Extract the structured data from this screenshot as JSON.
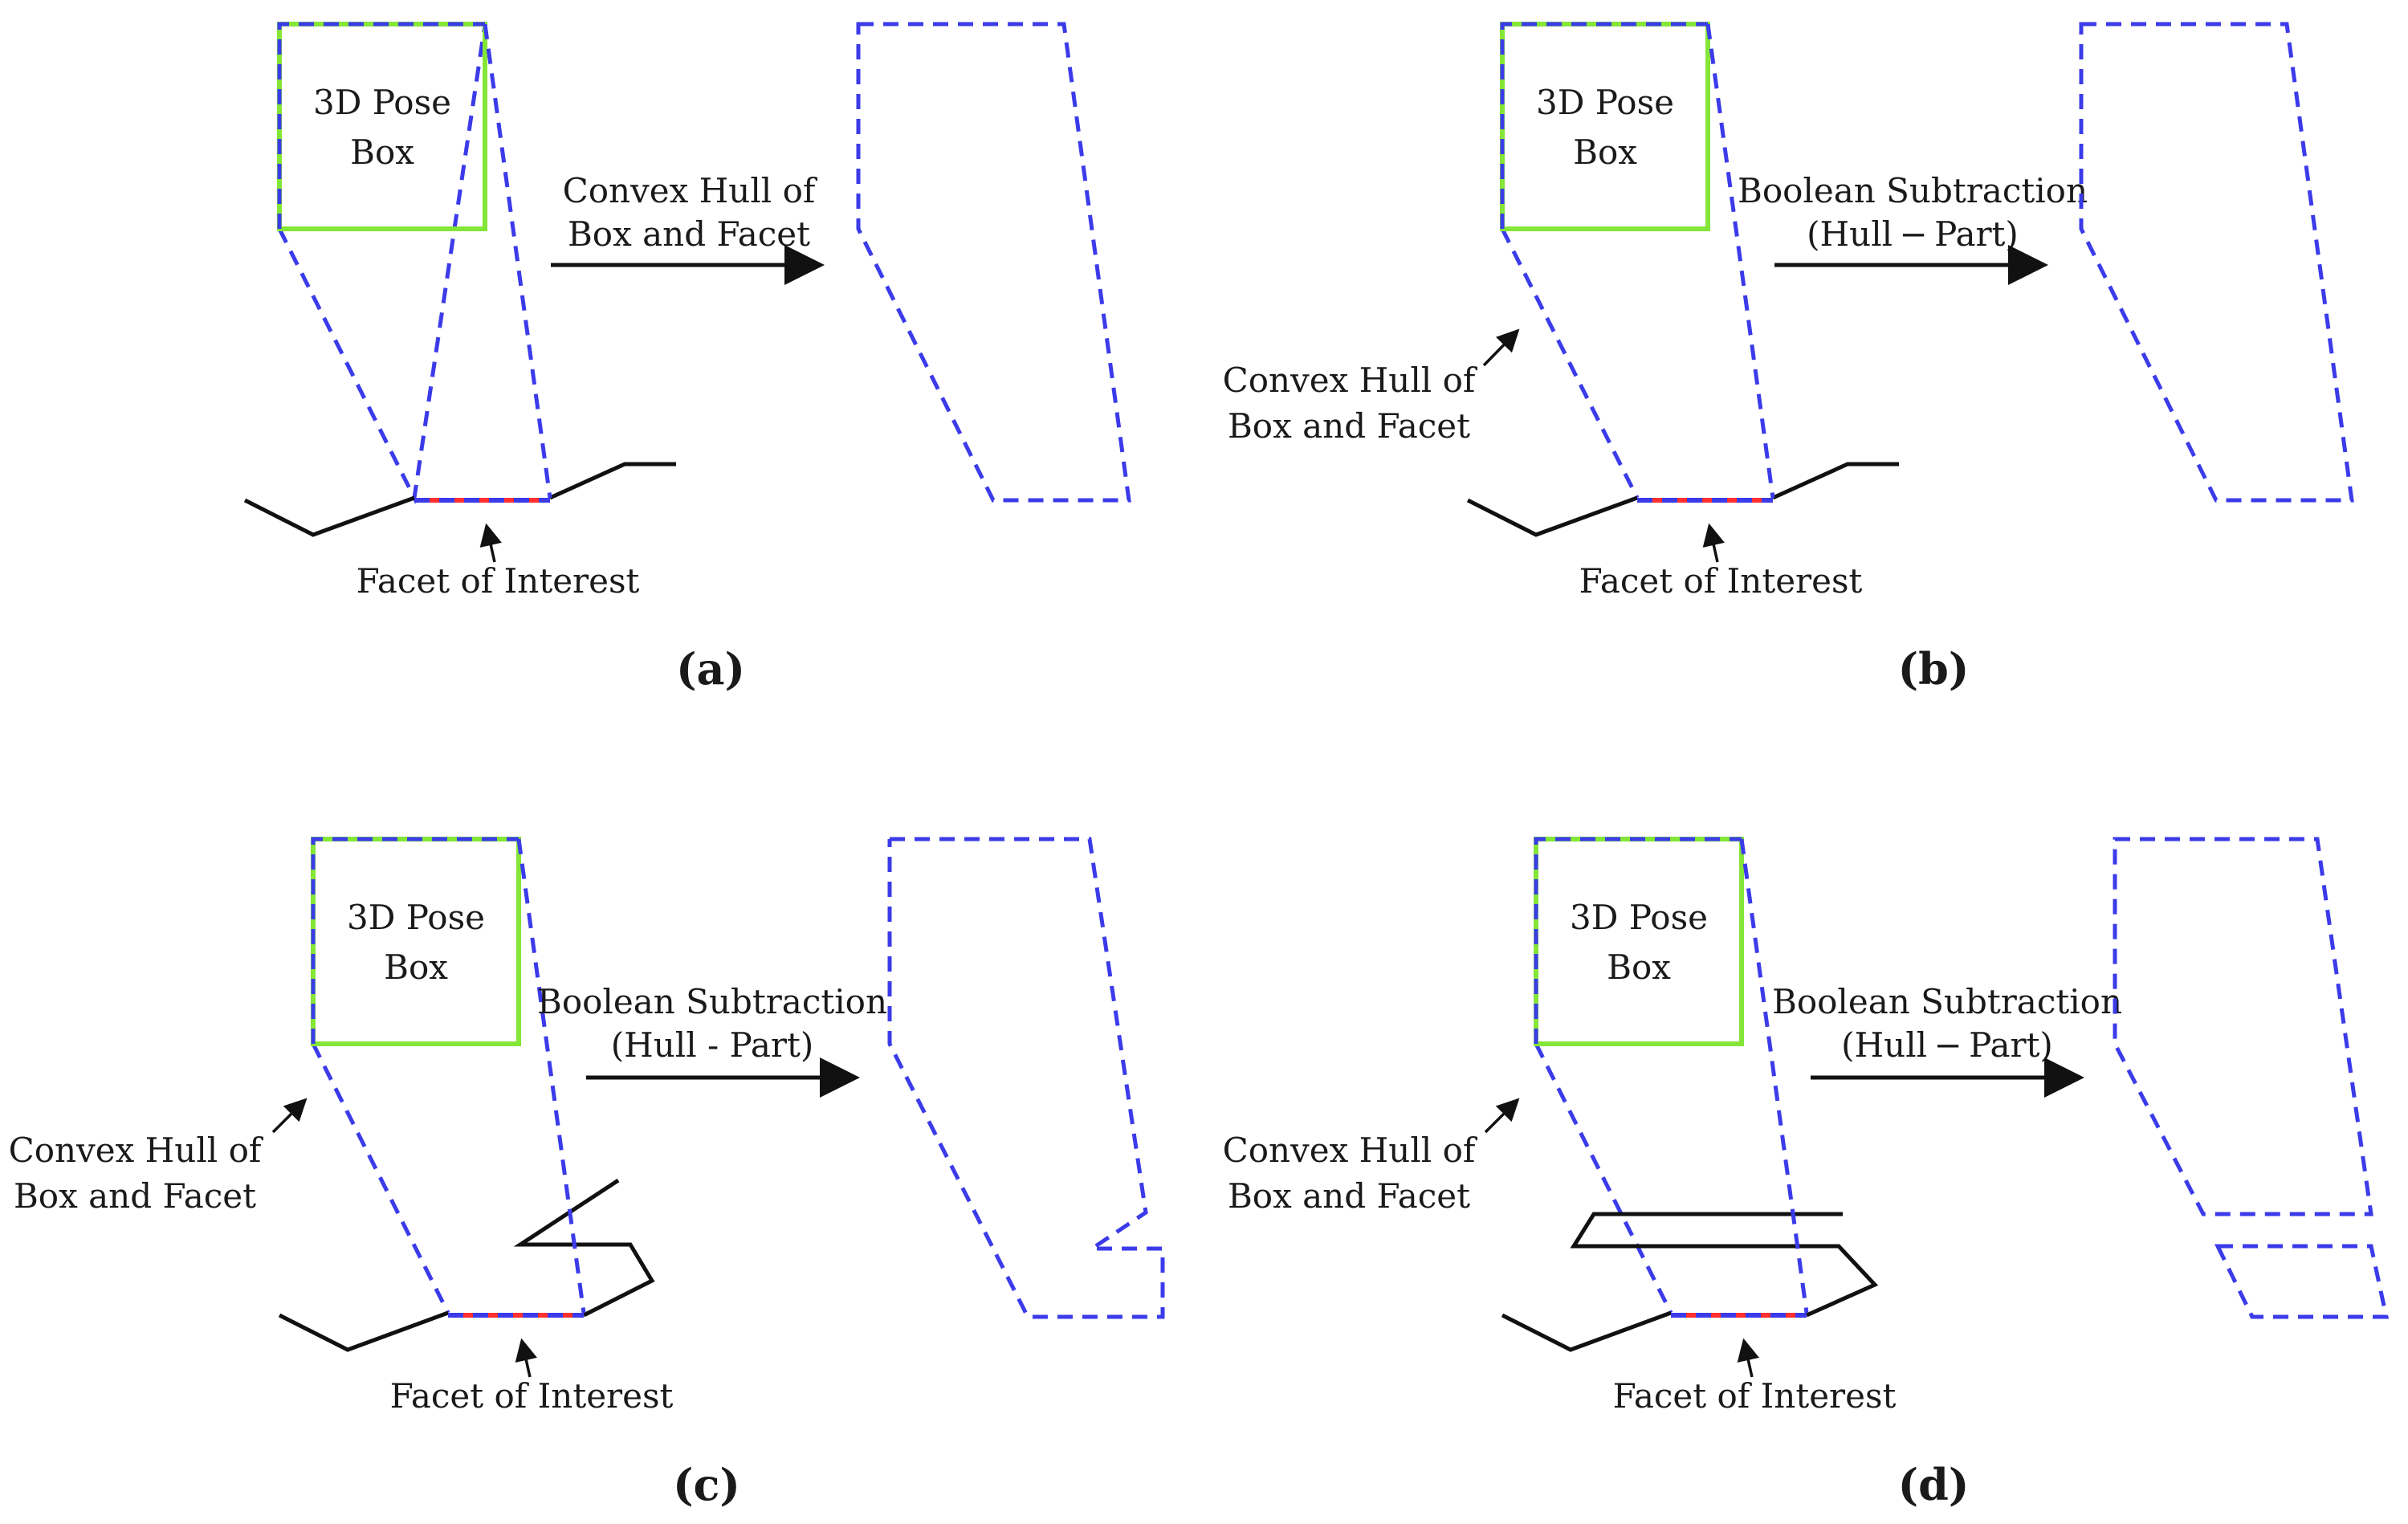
{
  "panels": [
    {
      "id": "a",
      "caption": "(a)",
      "box_label_line1": "3D Pose",
      "box_label_line2": "Box",
      "operation_line1": "Convex Hull of",
      "operation_line2": "Box and Facet",
      "facet_label": "Facet of Interest",
      "hull_label_line1": "",
      "hull_label_line2": ""
    },
    {
      "id": "b",
      "caption": "(b)",
      "box_label_line1": "3D Pose",
      "box_label_line2": "Box",
      "operation_line1": "Boolean Subtraction",
      "operation_line2": "(Hull − Part)",
      "facet_label": "Facet of Interest",
      "hull_label_line1": "Convex Hull of",
      "hull_label_line2": "Box and Facet"
    },
    {
      "id": "c",
      "caption": "(c)",
      "box_label_line1": "3D Pose",
      "box_label_line2": "Box",
      "operation_line1": "Boolean Subtraction",
      "operation_line2": "(Hull - Part)",
      "facet_label": "Facet of Interest",
      "hull_label_line1": "Convex Hull of",
      "hull_label_line2": "Box and Facet"
    },
    {
      "id": "d",
      "caption": "(d)",
      "box_label_line1": "3D Pose",
      "box_label_line2": "Box",
      "operation_line1": "Boolean Subtraction",
      "operation_line2": "(Hull − Part)",
      "facet_label": "Facet of Interest",
      "hull_label_line1": "Convex Hull of",
      "hull_label_line2": "Box and Facet"
    }
  ],
  "colors": {
    "pose_box": "#84e636",
    "hull": "#3b3bea",
    "facet": "#ff3030",
    "part": "#111111"
  }
}
